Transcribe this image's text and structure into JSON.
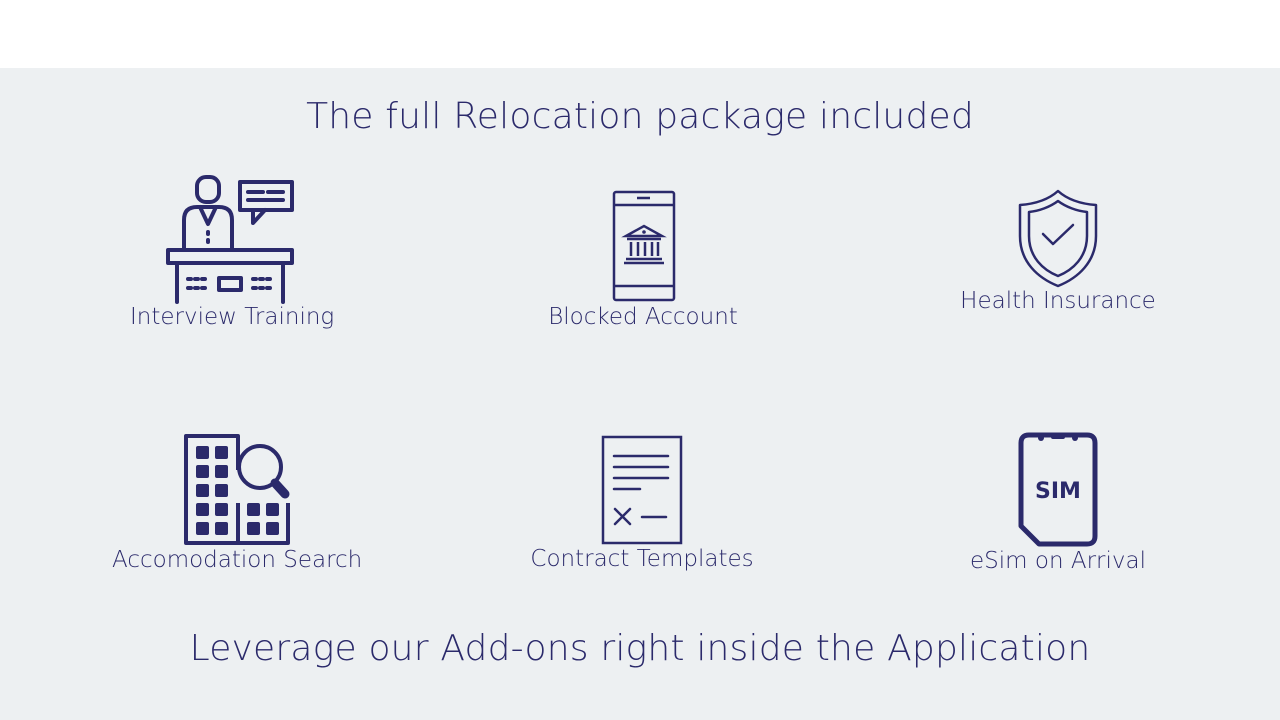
{
  "section": {
    "title": "The full Relocation package included",
    "subtitle": "Leverage our Add-ons right inside the Application"
  },
  "features": [
    {
      "label": "Interview Training",
      "icon": "interview-training-icon"
    },
    {
      "label": "Blocked Account",
      "icon": "bank-phone-icon"
    },
    {
      "label": "Health Insurance",
      "icon": "shield-check-icon"
    },
    {
      "label": "Accomodation Search",
      "icon": "building-search-icon"
    },
    {
      "label": "Contract Templates",
      "icon": "contract-document-icon"
    },
    {
      "label": "eSim on Arrival",
      "icon": "sim-card-icon"
    }
  ],
  "sim_card_text": "SIM",
  "colors": {
    "accent": "#2b2a6b",
    "background": "#edf0f2",
    "header": "#ffffff"
  }
}
